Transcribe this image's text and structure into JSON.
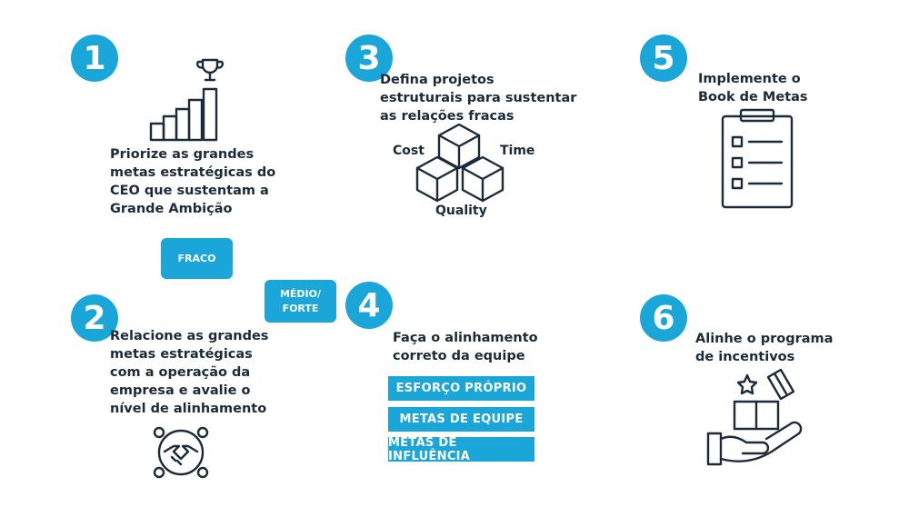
{
  "steps": [
    {
      "number": "1",
      "text": "Priorize as grandes\nmetas estratégicas do\nCEO que sustentam a\nGrande Ambição",
      "icon": "trophy-stairs-icon"
    },
    {
      "number": "2",
      "text": "Relacione as grandes\nmetas estratégicas\ncom a operação da\nempresa e avalie o\nnível de alinhamento",
      "icon": "handshake-team-icon"
    },
    {
      "number": "3",
      "text": "Defina projetos\nestruturais para sustentar\nas relações fracas",
      "icon": "cubes-icon"
    },
    {
      "number": "4",
      "text": "Faça o alinhamento\ncorreto da equipe",
      "icon": null
    },
    {
      "number": "5",
      "text": "Implemente o\nBook de Metas",
      "icon": "clipboard-checklist-icon"
    },
    {
      "number": "6",
      "text": "Alinhe o programa\nde incentivos",
      "icon": "hand-gift-icon"
    }
  ],
  "badges": {
    "fraco": "FRACO",
    "medio_forte": "MÉDIO/\nFORTE"
  },
  "cube_labels": {
    "cost": "Cost",
    "time": "Time",
    "quality": "Quality"
  },
  "team_alignment": [
    "ESFORÇO PRÓPRIO",
    "METAS DE EQUIPE",
    "METAS DE INFLUÊNCIA"
  ],
  "colors": {
    "accent": "#1aa6d8",
    "text": "#1b2b3a"
  }
}
